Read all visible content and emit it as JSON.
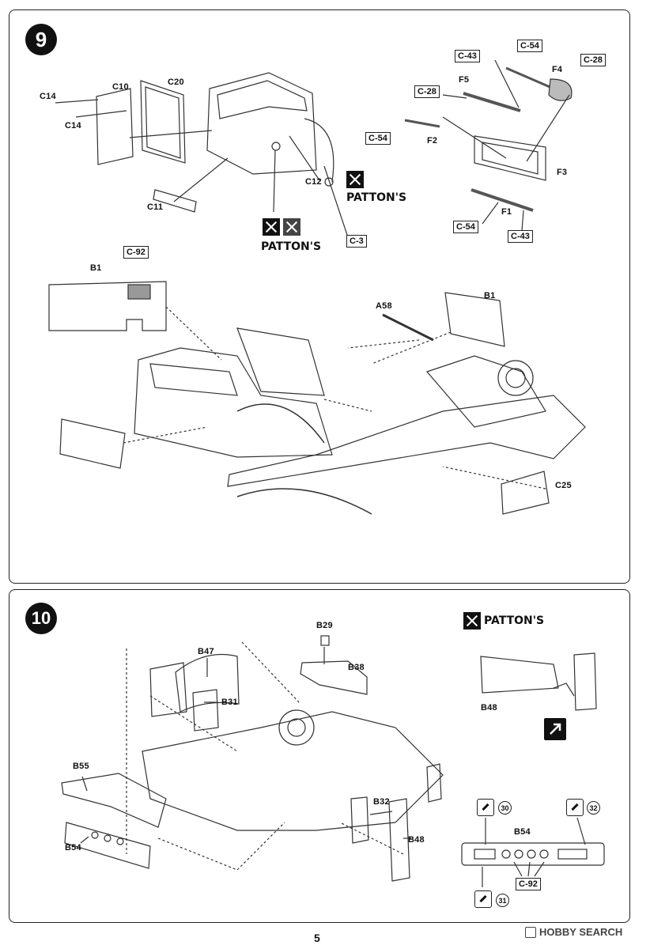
{
  "step9": {
    "number": "9",
    "labels": {
      "c14a": "C14",
      "c14b": "C14",
      "c10": "C10",
      "c20": "C20",
      "c11": "C11",
      "c12": "C12",
      "f5": "F5",
      "f4": "F4",
      "f2": "F2",
      "f3": "F3",
      "f1": "F1",
      "b1a": "B1",
      "b1b": "B1",
      "a58": "A58",
      "c25": "C25"
    },
    "boxes": {
      "c54a": "C-54",
      "c43a": "C-43",
      "c28a": "C-28",
      "c28b": "C-28",
      "c54b": "C-54",
      "c54c": "C-54",
      "c43b": "C-43",
      "c3": "C-3",
      "c92": "C-92"
    },
    "brand1": "PATTON'S",
    "brand2": "PATTON'S"
  },
  "step10": {
    "number": "10",
    "labels": {
      "b29": "B29",
      "b47": "B47",
      "b38": "B38",
      "b31": "B31",
      "b55": "B55",
      "b54a": "B54",
      "b32": "B32",
      "b48a": "B48",
      "b48b": "B48",
      "b54b": "B54"
    },
    "boxes": {
      "c92": "C-92"
    },
    "brand": "PATTON'S",
    "paint_numbers": {
      "n30": "30",
      "n31": "31",
      "n32": "32"
    }
  },
  "footer": {
    "page_number": "5",
    "watermark": "HOBBY SEARCH"
  }
}
